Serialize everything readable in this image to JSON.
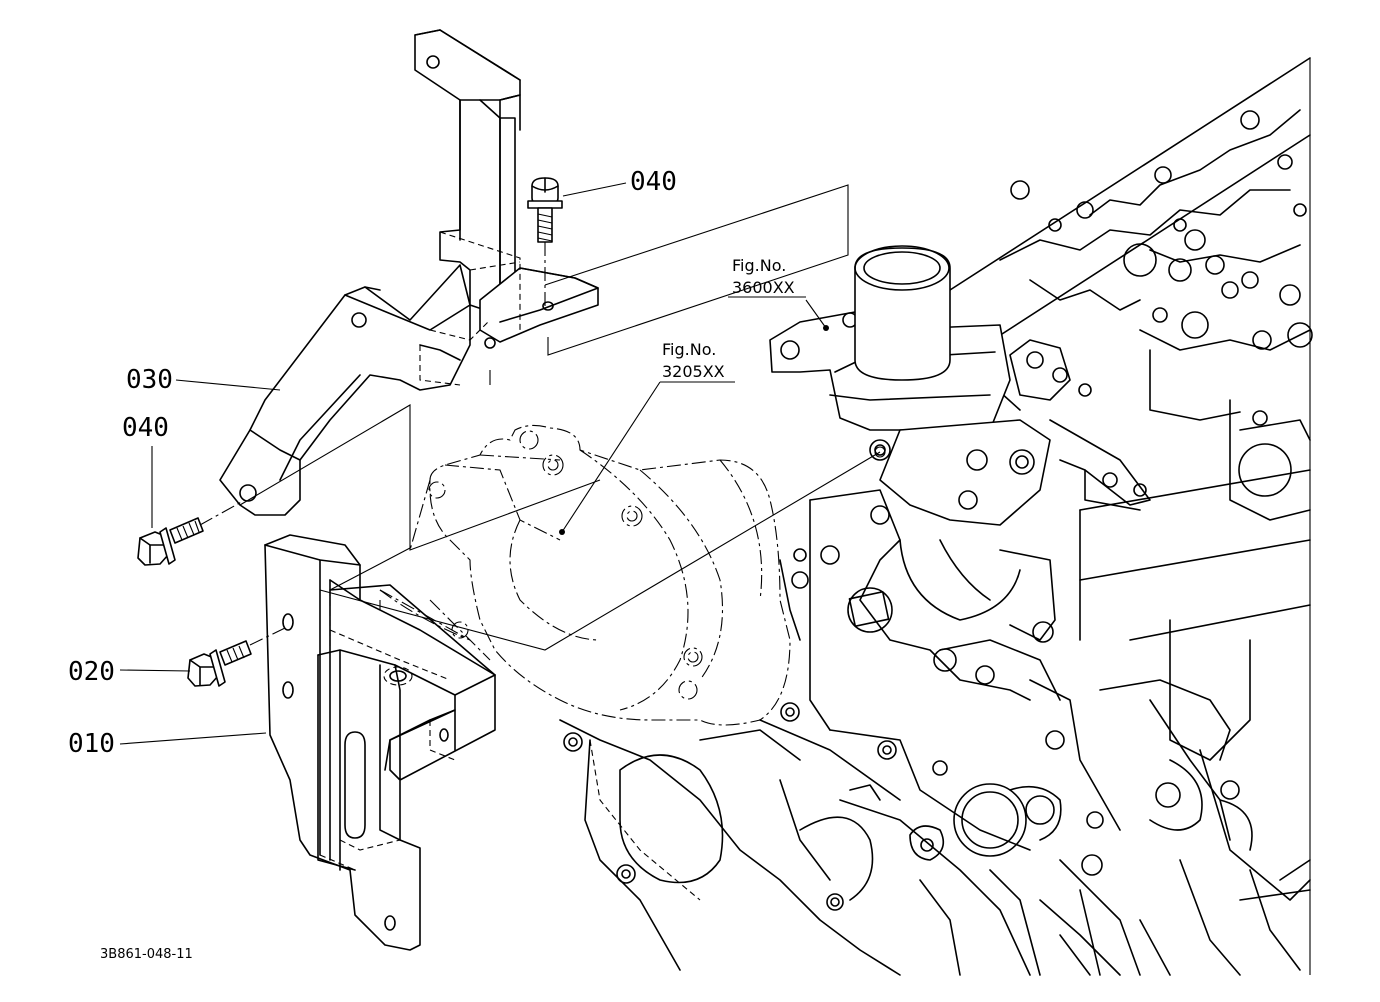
{
  "parts": [
    {
      "id": "part-040-top",
      "number": "040"
    },
    {
      "id": "part-030",
      "number": "030"
    },
    {
      "id": "part-040-bottom",
      "number": "040"
    },
    {
      "id": "part-020",
      "number": "020"
    },
    {
      "id": "part-010",
      "number": "010"
    }
  ],
  "references": [
    {
      "id": "ref-3600",
      "label": "Fig.No.",
      "number": "3600XX"
    },
    {
      "id": "ref-3205",
      "label": "Fig.No.",
      "number": "3205XX"
    }
  ],
  "drawing_code": "3B861-048-11"
}
